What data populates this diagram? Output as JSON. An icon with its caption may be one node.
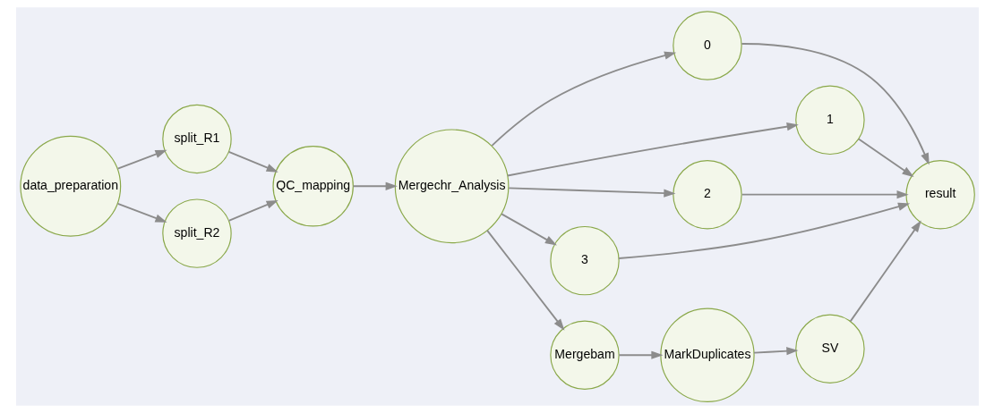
{
  "diagram": {
    "nodes": [
      {
        "text": [
          "data_preparation"
        ]
      },
      {
        "text": [
          "split_R1"
        ]
      },
      {
        "text": [
          "split_R2"
        ]
      },
      {
        "text": [
          "QC_mapping"
        ]
      },
      {
        "text": [
          "Mergechr_Analysis"
        ]
      },
      {
        "text": [
          "0"
        ]
      },
      {
        "text": [
          "1"
        ]
      },
      {
        "text": [
          "2"
        ]
      },
      {
        "text": [
          "3"
        ]
      },
      {
        "text": [
          "Mergebam"
        ]
      },
      {
        "text": [
          "MarkDuplicates"
        ]
      },
      {
        "text": [
          "SV"
        ]
      },
      {
        "text": [
          "result"
        ]
      }
    ],
    "edges": [
      {
        "from": 0,
        "to": 1,
        "arrow": "to"
      },
      {
        "from": 0,
        "to": 2,
        "arrow": "to"
      },
      {
        "from": 1,
        "to": 3,
        "arrow": "to"
      },
      {
        "from": 2,
        "to": 3,
        "arrow": "to"
      },
      {
        "from": 3,
        "to": 4,
        "arrow": "to"
      },
      {
        "from": 4,
        "to": 5,
        "arrow": "to"
      },
      {
        "from": 4,
        "to": 6,
        "arrow": "to"
      },
      {
        "from": 4,
        "to": 7,
        "arrow": "to"
      },
      {
        "from": 4,
        "to": 8,
        "arrow": "to"
      },
      {
        "from": 4,
        "to": 9,
        "arrow": "to"
      },
      {
        "from": 5,
        "to": 12,
        "arrow": "to"
      },
      {
        "from": 6,
        "to": 12,
        "arrow": "to"
      },
      {
        "from": 7,
        "to": 12,
        "arrow": "to"
      },
      {
        "from": 8,
        "to": 12,
        "arrow": "to"
      },
      {
        "from": 9,
        "to": 10,
        "arrow": "to"
      },
      {
        "from": 10,
        "to": 11,
        "arrow": "to"
      },
      {
        "from": 11,
        "to": 12,
        "arrow": "to"
      }
    ]
  }
}
